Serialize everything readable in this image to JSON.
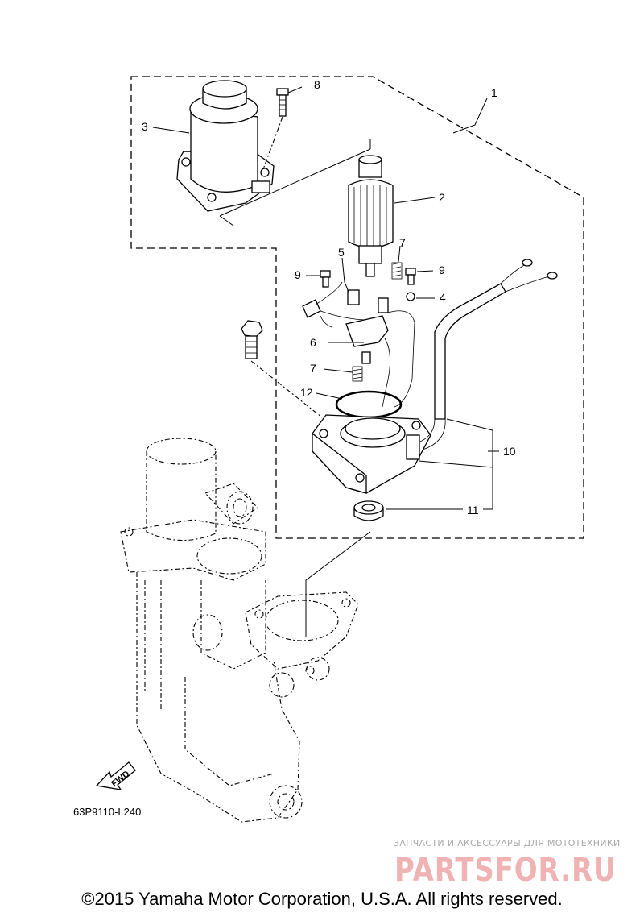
{
  "callouts": {
    "c1": "1",
    "c2": "2",
    "c3": "3",
    "c4": "4",
    "c5": "5",
    "c6": "6",
    "c7a": "7",
    "c7b": "7",
    "c8": "8",
    "c9a": "9",
    "c9b": "9",
    "c10": "10",
    "c11": "11",
    "c12": "12"
  },
  "fwd_label": "FWD",
  "diagram_code": "63P9110-L240",
  "watermark": {
    "tagline": "ЗАПЧАСТИ И АКСЕССУАРЫ ДЛЯ МОТОТЕХНИКИ",
    "logo": "PARTSFOR.RU"
  },
  "copyright": "©2015 Yamaha Motor Corporation, U.S.A. All rights reserved."
}
